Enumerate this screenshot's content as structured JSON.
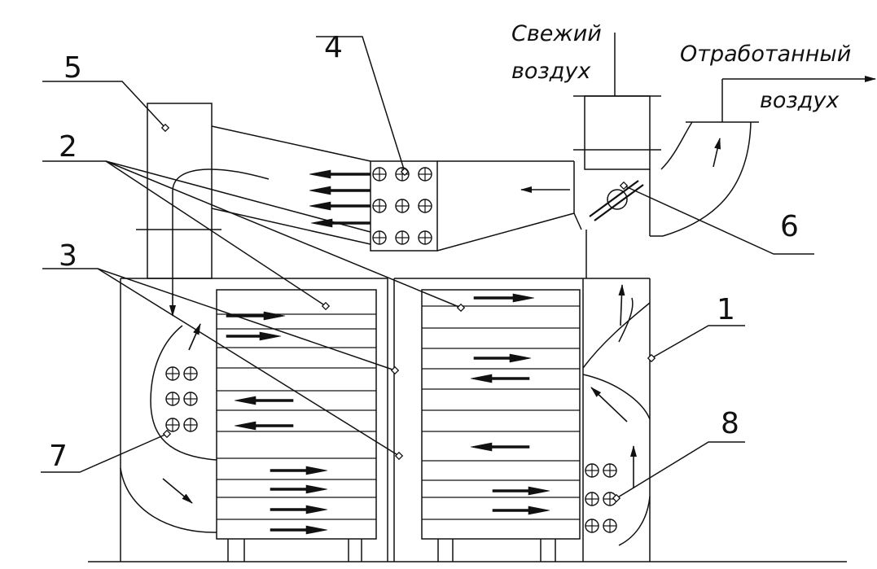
{
  "diagram": {
    "captions": {
      "fresh_air_line1": "Свежий",
      "fresh_air_line2": "воздух",
      "exhaust_air_line1": "Отработанный",
      "exhaust_air_line2": "воздух"
    },
    "labels": {
      "n1": "1",
      "n2": "2",
      "n3": "3",
      "n4": "4",
      "n5": "5",
      "n6": "6",
      "n7": "7",
      "n8": "8"
    }
  }
}
